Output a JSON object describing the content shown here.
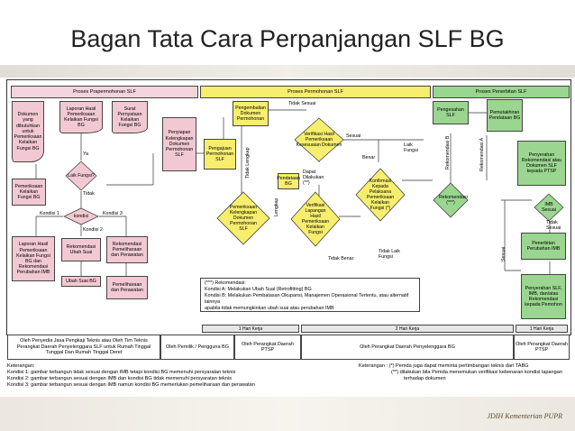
{
  "title": "Bagan Tata Cara Perpanjangan SLF BG",
  "lanes": {
    "prep": "Proses Prapermohonan SLF",
    "req": "Proses Permohonan SLF",
    "issue": "Proses Penerbitan SLF"
  },
  "nodes": {
    "doc_required": "Dokumen yang dibutuhkan untuk Pemeriksaan Kelaikan Fungsi BG",
    "report_check": "Laporan Hasil Pemeriksaan Kelaikan Fungsi BG",
    "statement_letter": "Surat Pernyataan Kelaikan Fungsi BG",
    "submit_docs": "Penyiapan Kelengkapan Dokumen Permohonan SLF",
    "check_kelaikan": "Pemeriksaan Kelaikan Fungsi BG",
    "laik_fungsi_q": "Laik Fungsi?",
    "ya": "Ya",
    "tidak": "Tidak",
    "kondisi_q": "kondisi",
    "kondisi1": "Kondisi 1",
    "kondisi2": "Kondisi 2",
    "kondisi3": "Kondisi 3",
    "report_change": "Laporan Hasil Pemeriksaan Kelaikan Fungsi BG dan Rekomendasi Perubahan IMB",
    "rec_ubah": "Rekomendasi Ubah Suai",
    "rec_pemeliharaan": "Rekomendasi Pemeliharaan dan Perawatan",
    "ubah_suai_bg": "Ubah Suai BG",
    "pemeliharaan_bg": "Pemeliharaan dan Perawatan",
    "pengembalian": "Pengembalian Dokumen Permohonan",
    "tidak_sesuai": "Tidak Sesuai",
    "verifikasi_q": "Verifikasi Hasil Pemeriksaan Kesesuaian Dokumen",
    "sesuai": "Sesuai",
    "pengajuan": "Pengajuan Permohonan SLF",
    "tidak_lengkap": "Tidak Lengkap",
    "pendataan": "Pendataan BG",
    "dapat_dilakukan": "Dapat Dilakukan (**)",
    "benar": "Benar",
    "laik_fungsi_lbl": "Laik Fungsi",
    "check_lengkap_q": "Pemeriksaan Kelengkapan Dokumen Permohonan SLF",
    "lengkap": "Lengkap",
    "verif_lapangan_q": "Verifikasi Lapangan Hasil Pemeriksaan Kelaikan Fungsi",
    "konfirmasi_q": "Konfirmasi Kepada Pelaksana Pemeriksaan Kelaikan Fungsi (*)",
    "tidak_benar": "Tidak Benar",
    "tidak_laik": "Tidak Laik Fungsi",
    "pengesahan": "Pengesahan SLF",
    "pemutakhiran": "Pemutakhiran Pendataan BG",
    "rek_b": "Rekomendasi B",
    "rek_a": "Rekomendasi A",
    "rekomendasi_q": "Rekomendasi (***)",
    "penyerahan_rek": "Penyerahan Rekomendasi atau Dokumen SLF kepada PTSP",
    "imb_sesuai_q": "IMB Sesuai",
    "tidak_sesuai2": "Tidak Sesuai",
    "sesuai2": "Sesuai",
    "penerbitan_imb": "Penerbitan Perubahan IMB",
    "penyerahan_slf": "Penyerahan SLF, IMB, dan/atau Rekomendasi kepada Pemohon"
  },
  "note": {
    "line1": "(***) Rekomendasi:",
    "line2": "Kondisi A: Melakukan Ubah Suai (Retrofitting) BG",
    "line3": "Kondisi B: Melakukan Pembatasan Okupansi, Manajemen Operasional Tertentu, atau alternatif lainnya",
    "line4": "apabila tidak memungkinkan ubah suai atau perubahan IMB"
  },
  "timeline": {
    "one_day": "1 Hari Kerja",
    "two_days": "2 Hari Kerja",
    "one_day2": "1 Hari Kerja"
  },
  "footer": {
    "col1": "Oleh Penyedia Jasa Pengkaji Teknis atau Oleh Tim Teknis Perangkat Daerah Penyelenggara SLF untuk Rumah Tinggal Tunggal Dan Rumah Tinggal Deret",
    "col2": "Oleh Pemilik / Pengguna BG",
    "col3": "Oleh Perangkat Daerah PTSP",
    "col4": "Oleh Perangkat Daerah Penyelenggara BG",
    "col5": "Oleh Perangkat Daerah PTSP"
  },
  "legend_left": {
    "head": "Keterangan:",
    "k1": "Kondisi 1: gambar terbangun tidak sesuai dengan IMB tetapi kondisi BG memenuhi persyaratan teknis",
    "k2": "Kondisi 2: gambar terbangun sesuai dengan IMB dan kondisi BG tidak memenuhi persyaratan teknis",
    "k3": "Kondisi 3: gambar terbangun sesuai dengan IMB namun kondisi BG memerlukan pemeliharaan dan perawatan"
  },
  "legend_right": {
    "head": "Keterangan : (*) Pemda juga dapat meminta pertimbangan teknis dari TABG",
    "l2": "(**) dilakukan bila Pemda menemukan verifikasi kebenaran kondisi lapangan",
    "l3": "terhadap dokumen"
  },
  "brand": "JDIH Kementerian PUPR"
}
